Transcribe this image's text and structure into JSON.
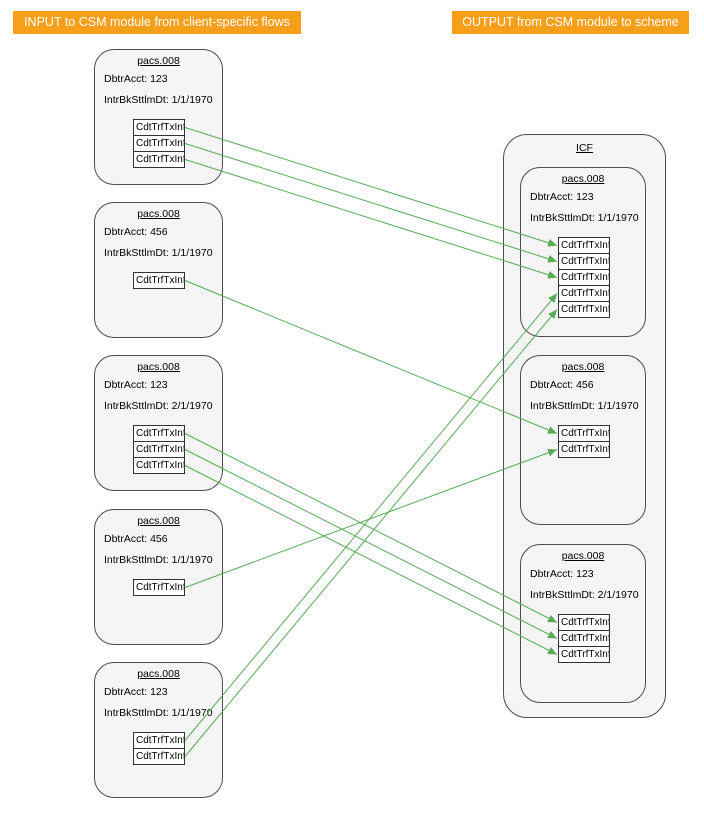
{
  "headers": {
    "left": "INPUT to CSM module from client-specific flows",
    "right": "OUTPUT from CSM module to scheme"
  },
  "colors": {
    "header_bg": "#F79F19",
    "header_text": "#FFFFFF",
    "box_fill": "#F5F5F5",
    "box_stroke": "#4D4D4D",
    "item_fill": "#FFFFFF",
    "item_stroke": "#333333",
    "connector": "#57AB57"
  },
  "left_boxes": [
    {
      "title": "pacs.008",
      "fields": [
        "DbtrAcct: 123",
        "IntrBkSttlmDt: 1/1/1970"
      ],
      "items": [
        "CdtTrfTxInf",
        "CdtTrfTxInf",
        "CdtTrfTxInf"
      ]
    },
    {
      "title": "pacs.008",
      "fields": [
        "DbtrAcct: 456",
        "IntrBkSttlmDt: 1/1/1970"
      ],
      "items": [
        "CdtTrfTxInf"
      ]
    },
    {
      "title": "pacs.008",
      "fields": [
        "DbtrAcct: 123",
        "IntrBkSttlmDt: 2/1/1970"
      ],
      "items": [
        "CdtTrfTxInf",
        "CdtTrfTxInf",
        "CdtTrfTxInf"
      ]
    },
    {
      "title": "pacs.008",
      "fields": [
        "DbtrAcct: 456",
        "IntrBkSttlmDt: 1/1/1970"
      ],
      "items": [
        "CdtTrfTxInf"
      ]
    },
    {
      "title": "pacs.008",
      "fields": [
        "DbtrAcct: 123",
        "IntrBkSttlmDt: 1/1/1970"
      ],
      "items": [
        "CdtTrfTxInf",
        "CdtTrfTxInf"
      ]
    }
  ],
  "icf": {
    "title": "ICF",
    "boxes": [
      {
        "title": "pacs.008",
        "fields": [
          "DbtrAcct: 123",
          "IntrBkSttlmDt: 1/1/1970"
        ],
        "items": [
          "CdtTrfTxInf",
          "CdtTrfTxInf",
          "CdtTrfTxInf",
          "CdtTrfTxInf",
          "CdtTrfTxInf"
        ]
      },
      {
        "title": "pacs.008",
        "fields": [
          "DbtrAcct: 456",
          "IntrBkSttlmDt: 1/1/1970"
        ],
        "items": [
          "CdtTrfTxInf",
          "CdtTrfTxInf"
        ]
      },
      {
        "title": "pacs.008",
        "fields": [
          "DbtrAcct: 123",
          "IntrBkSttlmDt: 2/1/1970"
        ],
        "items": [
          "CdtTrfTxInf",
          "CdtTrfTxInf",
          "CdtTrfTxInf"
        ]
      }
    ]
  },
  "connections": [
    {
      "from": "lb0-i0",
      "to": "rb0-i0"
    },
    {
      "from": "lb0-i1",
      "to": "rb0-i1"
    },
    {
      "from": "lb0-i2",
      "to": "rb0-i2"
    },
    {
      "from": "lb1-i0",
      "to": "rb1-i0"
    },
    {
      "from": "lb2-i0",
      "to": "rb2-i0"
    },
    {
      "from": "lb2-i1",
      "to": "rb2-i1"
    },
    {
      "from": "lb2-i2",
      "to": "rb2-i2"
    },
    {
      "from": "lb3-i0",
      "to": "rb1-i1"
    },
    {
      "from": "lb4-i0",
      "to": "rb0-i3"
    },
    {
      "from": "lb4-i1",
      "to": "rb0-i4"
    }
  ]
}
